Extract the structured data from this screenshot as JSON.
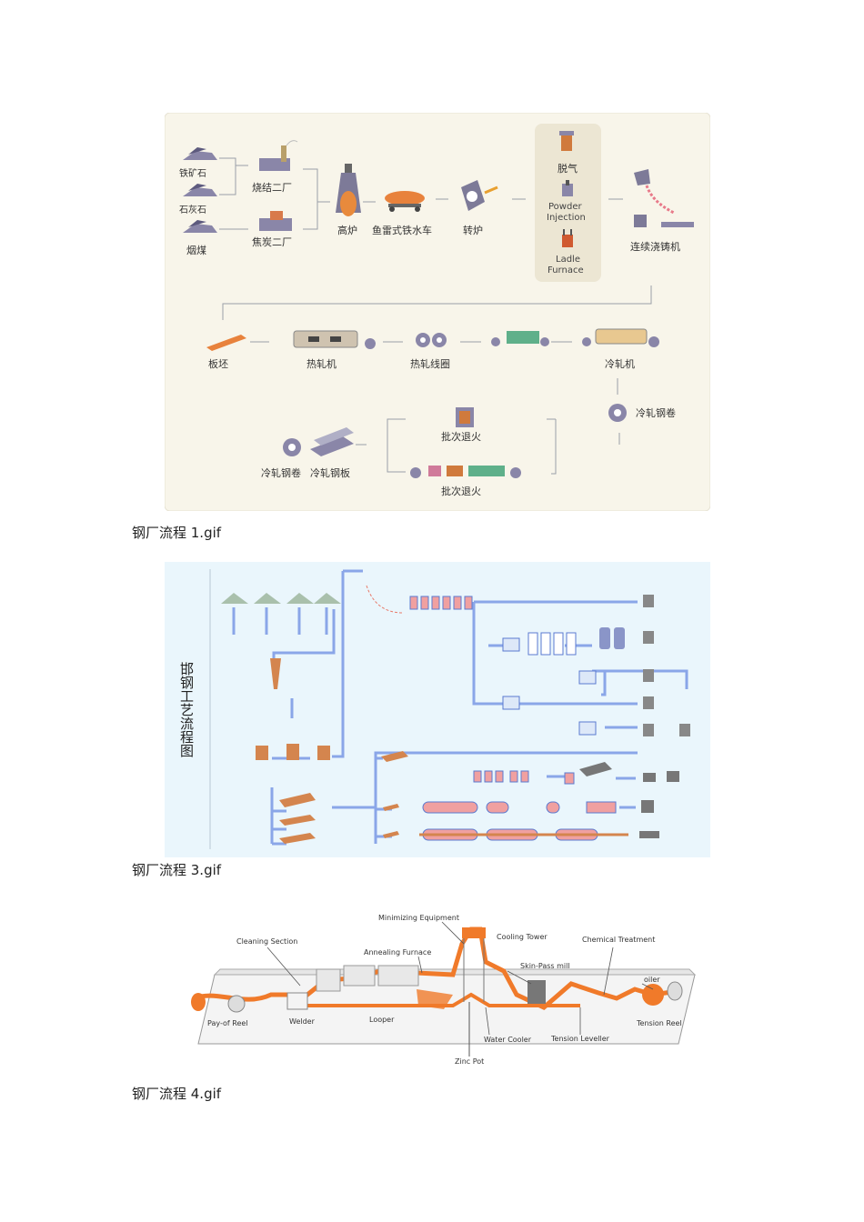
{
  "figure1": {
    "caption": "钢厂流程 1.gif",
    "labels": {
      "iron_ore": "铁矿石",
      "limestone": "石灰石",
      "coal": "烟煤",
      "sinter_plant": "烧结二厂",
      "coke_plant": "焦炭二厂",
      "blast_furnace": "高炉",
      "torpedo_car": "鱼雷式铁水车",
      "converter": "转炉",
      "degas": "脱气",
      "powder_injection_1": "Powder",
      "powder_injection_2": "Injection",
      "ladle_furnace_1": "Ladle",
      "ladle_furnace_2": "Furnace",
      "continuous_caster": "连续浇铸机",
      "slab": "板坯",
      "hot_mill": "热轧机",
      "hot_coil": "热轧线圈",
      "cold_mill": "冷轧机",
      "cold_coil": "冷轧钢卷",
      "batch_anneal_top": "批次退火",
      "batch_anneal_bottom": "批次退火",
      "cold_coil_out": "冷轧钢卷",
      "cold_sheet_out": "冷轧钢板"
    }
  },
  "figure3": {
    "caption": "钢厂流程 3.gif",
    "title": "邯钢工艺流程图"
  },
  "figure4": {
    "caption": "钢厂流程 4.gif",
    "labels": {
      "minimizing_equipment": "Minimizing Equipment",
      "cleaning_section": "Cleaning Section",
      "cooling_tower": "Cooling Tower",
      "chemical_treatment": "Chemical Treatment",
      "annealing_furnace": "Annealing Furnace",
      "skin_pass_mill": "Skin-Pass mill",
      "oiler": "oiler",
      "pay_off_reel": "Pay-of Reel",
      "welder": "Welder",
      "looper": "Looper",
      "tension_reel": "Tension Reel",
      "water_cooler": "Water Cooler",
      "tension_leveller": "Tension Leveller",
      "zinc_pot": "Zinc Pot"
    }
  }
}
